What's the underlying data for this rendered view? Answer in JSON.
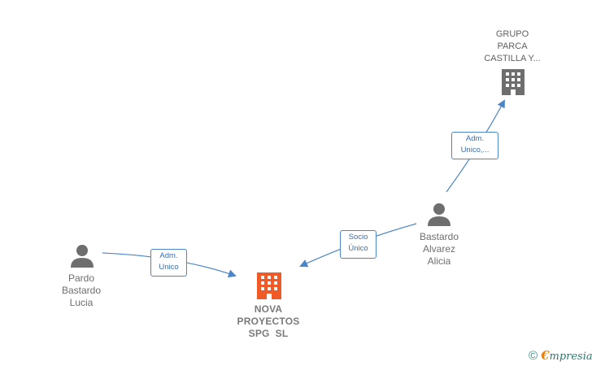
{
  "nodes": {
    "grupo_parca": {
      "lines": [
        "GRUPO",
        "PARCA",
        "CASTILLA Y..."
      ],
      "icon": "building-icon",
      "color": "#6e6e6e"
    },
    "bastardo_alvarez": {
      "lines": [
        "Bastardo",
        "Alvarez",
        "Alicia"
      ],
      "icon": "person-icon",
      "color": "#6e6e6e"
    },
    "pardo_bastardo": {
      "lines": [
        "Pardo",
        "Bastardo",
        "Lucia"
      ],
      "icon": "person-icon",
      "color": "#6e6e6e"
    },
    "nova_proyectos": {
      "lines": [
        "NOVA",
        "PROYECTOS",
        "SPG  SL"
      ],
      "icon": "building-icon",
      "color": "#f05a28"
    }
  },
  "edges": {
    "adm_unico_top": {
      "lines": [
        "Adm.",
        "Unico,..."
      ]
    },
    "socio_unico": {
      "lines": [
        "Socio",
        "Único"
      ]
    },
    "adm_unico_left": {
      "lines": [
        "Adm.",
        "Unico"
      ]
    }
  },
  "colors": {
    "edge": "#4a86c8",
    "node_gray": "#6e6e6e",
    "main_accent": "#f05a28"
  },
  "brand": {
    "copyright": "©",
    "e": "€",
    "rest": "mpresia"
  }
}
